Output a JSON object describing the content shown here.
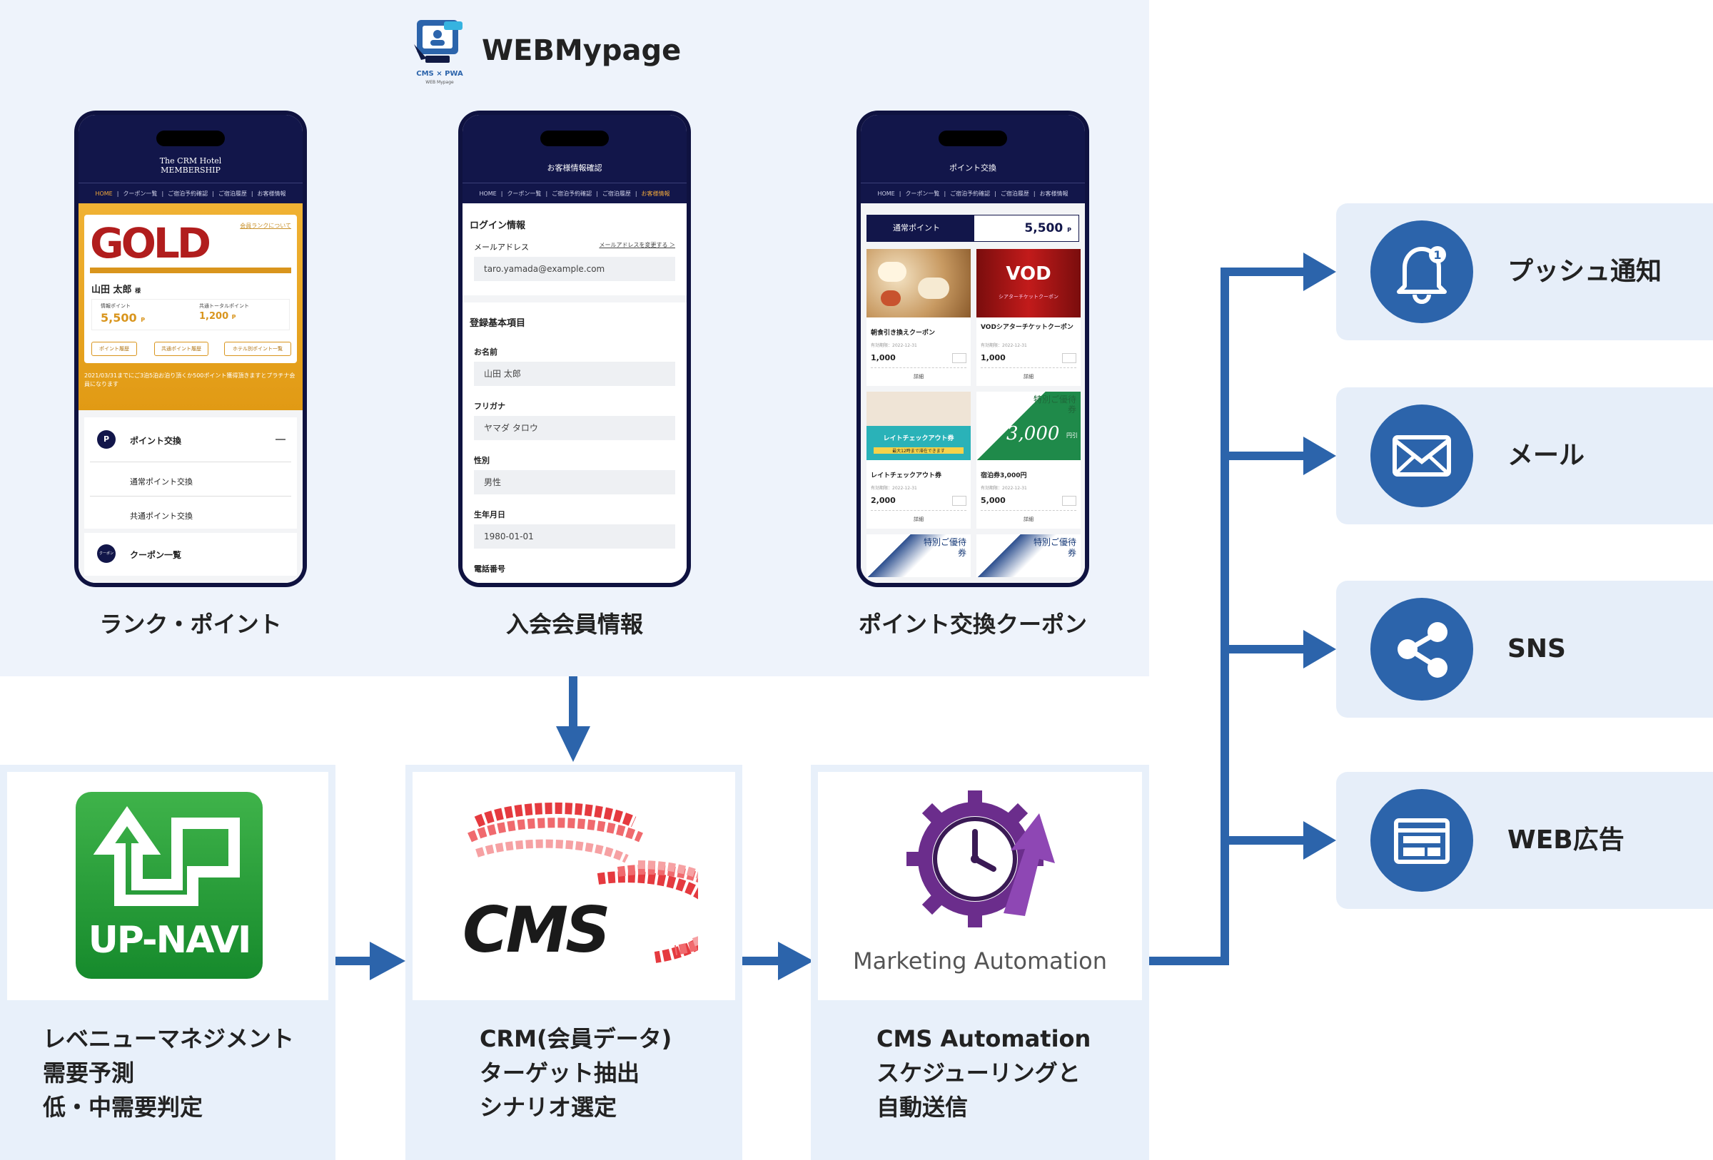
{
  "colors": {
    "panel_bg": "#eef3fb",
    "accent_blue": "#2c64ab",
    "navy": "#12164a",
    "gold": "#e7a321",
    "channel_bg": "#e6eef9"
  },
  "header": {
    "brand": "WEBMypage",
    "logo_sub": "CMS × PWA",
    "logo_sub2": "WEB Mypage"
  },
  "phones": [
    {
      "caption": "ランク・ポイント",
      "title_line1": "The CRM Hotel",
      "title_line2": "MEMBERSHIP",
      "nav": [
        "HOME",
        "クーポン一覧",
        "ご宿泊予約確認",
        "ご宿泊履歴",
        "お客様情報"
      ],
      "rank": "GOLD",
      "rank_link": "会員ランクについて",
      "member_name": "山田 太郎",
      "honorific": "様",
      "points_label": "情報ポイント",
      "points_value": "5,500",
      "points_unit": "P",
      "shared_label": "共通トータルポイント",
      "shared_value": "1,200",
      "shared_unit": "P",
      "btn1": "ポイント履歴",
      "btn2": "共通ポイント履歴",
      "btn3": "ホテル別ポイント一覧",
      "notice": "2021/03/31までにご3泊5泊お泊り頂くか500ポイント獲得頂きますとプラチナ会員になります",
      "menu_point": "ポイント交換",
      "menu_point_icon": "P",
      "menu_sub1": "通常ポイント交換",
      "menu_sub2": "共通ポイント交換",
      "menu_coupon": "クーポン一覧",
      "menu_coupon_icon": "クーポン"
    },
    {
      "caption": "入会会員情報",
      "title": "お客様情報確認",
      "nav": [
        "HOME",
        "クーポン一覧",
        "ご宿泊予約確認",
        "ご宿泊履歴",
        "お客様情報"
      ],
      "login_section": "ログイン情報",
      "email_label": "メールアドレス",
      "email_change": "メールアドレスを変更する ＞",
      "email_value": "taro.yamada@example.com",
      "basic_section": "登録基本項目",
      "name_label": "お名前",
      "name_value": "山田 太郎",
      "kana_label": "フリガナ",
      "kana_value": "ヤマダ タロウ",
      "gender_label": "性別",
      "gender_value": "男性",
      "birth_label": "生年月日",
      "birth_value": "1980-01-01",
      "phone_label": "電話番号"
    },
    {
      "caption": "ポイント交換クーポン",
      "title": "ポイント交換",
      "nav": [
        "HOME",
        "クーポン一覧",
        "ご宿泊予約確認",
        "ご宿泊履歴",
        "お客様情報"
      ],
      "balance_label": "通常ポイント",
      "balance_value": "5,500",
      "balance_unit": "P",
      "coupons": [
        {
          "name": "朝食引き換えクーポン",
          "expiry": "有効期限：2022-12-31",
          "points": "1,000",
          "detail": "詳細"
        },
        {
          "name": "VODシアターチケットクーポン",
          "expiry": "有効期限：2022-12-31",
          "points": "1,000",
          "detail": "詳細",
          "image_text": "VOD",
          "image_sub": "シアターチケットクーポン"
        },
        {
          "name": "レイトチェックアウト券",
          "expiry": "有効期限：2022-12-31",
          "points": "2,000",
          "detail": "詳細",
          "image_text": "レイトチェックアウト券",
          "image_sub": "最大12時まで滞在できます"
        },
        {
          "name": "宿泊券3,000円",
          "expiry": "有効期限：2022-12-31",
          "points": "5,000",
          "detail": "詳細",
          "image_text": "3,000",
          "image_unit": "円引",
          "image_tag": "特別ご優待券"
        },
        {
          "image_tag": "特別ご優待券"
        },
        {
          "image_tag": "特別ご優待券"
        }
      ]
    }
  ],
  "sections": [
    {
      "logo_text": "UP-NAVI",
      "lines": [
        "レベニューマネジメント",
        "需要予測",
        "低・中需要判定"
      ]
    },
    {
      "logo_text": "CMS",
      "lines": [
        "CRM(会員データ)",
        "ターゲット抽出",
        "シナリオ選定"
      ]
    },
    {
      "logo_text": "Marketing Automation",
      "lines": [
        "CMS Automation",
        "スケジューリングと",
        "自動送信"
      ]
    }
  ],
  "channels": [
    {
      "label": "プッシュ通知",
      "icon": "bell-icon",
      "badge": "1"
    },
    {
      "label": "メール",
      "icon": "mail-icon"
    },
    {
      "label": "SNS",
      "icon": "share-icon"
    },
    {
      "label": "WEB広告",
      "icon": "web-ad-icon"
    }
  ]
}
